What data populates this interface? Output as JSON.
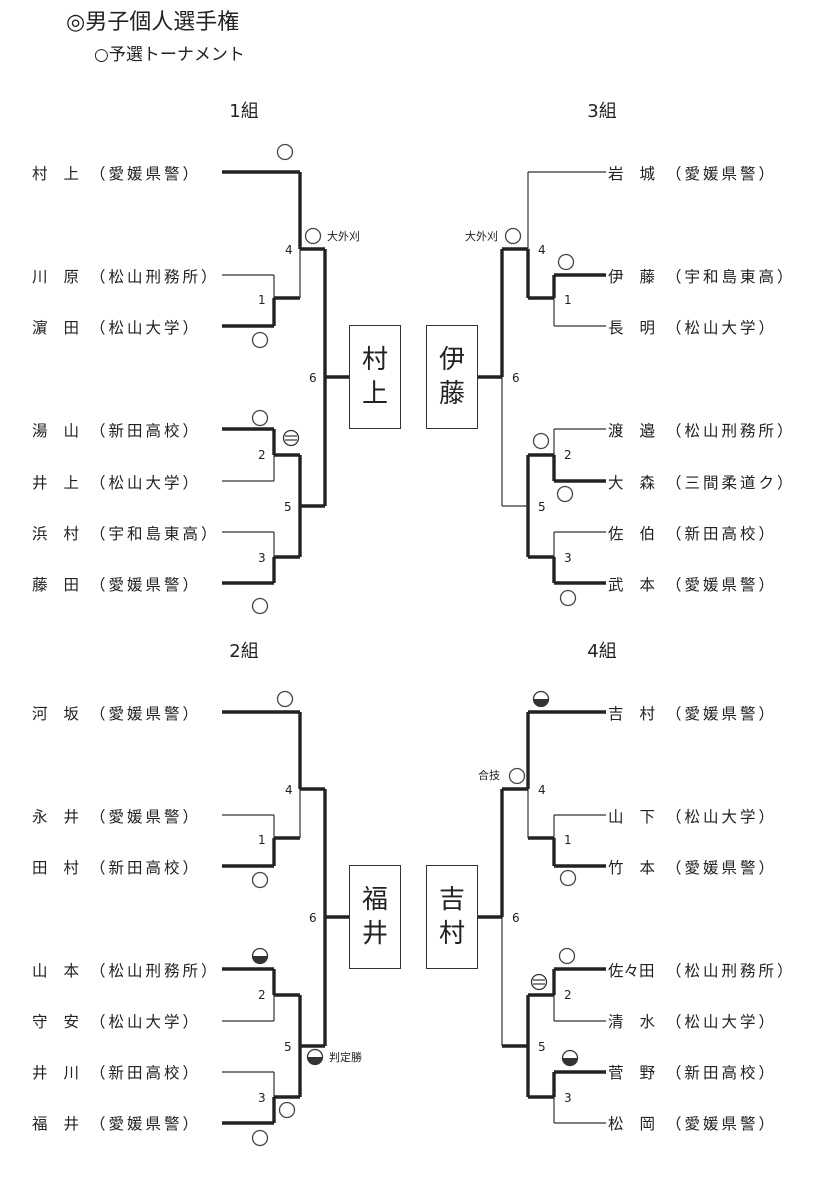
{
  "title": "◎男子個人選手権",
  "subtitle": "○予選トーナメント",
  "groups": [
    {
      "label": "1組",
      "players": [
        {
          "name": "村上",
          "team": "（愛媛県警）"
        },
        {
          "name": "川原",
          "team": "（松山刑務所）"
        },
        {
          "name": "濵田",
          "team": "（松山大学）"
        },
        {
          "name": "湯山",
          "team": "（新田高校）"
        },
        {
          "name": "井上",
          "team": "（松山大学）"
        },
        {
          "name": "浜村",
          "team": "（宇和島東高）"
        },
        {
          "name": "藤田",
          "team": "（愛媛県警）"
        }
      ],
      "match_numbers": [
        "4",
        "1",
        "2",
        "5",
        "3",
        "6"
      ],
      "techniques": [
        "大外刈"
      ],
      "winner": [
        "村",
        "上"
      ]
    },
    {
      "label": "3組",
      "players": [
        {
          "name": "岩城",
          "team": "（愛媛県警）"
        },
        {
          "name": "伊藤",
          "team": "（宇和島東高）"
        },
        {
          "name": "長明",
          "team": "（松山大学）"
        },
        {
          "name": "渡邉",
          "team": "（松山刑務所）"
        },
        {
          "name": "大森",
          "team": "（三間柔道ク）"
        },
        {
          "name": "佐伯",
          "team": "（新田高校）"
        },
        {
          "name": "武本",
          "team": "（愛媛県警）"
        }
      ],
      "match_numbers": [
        "4",
        "1",
        "2",
        "5",
        "3",
        "6"
      ],
      "techniques": [
        "大外刈"
      ],
      "winner": [
        "伊",
        "藤"
      ]
    },
    {
      "label": "2組",
      "players": [
        {
          "name": "河坂",
          "team": "（愛媛県警）"
        },
        {
          "name": "永井",
          "team": "（愛媛県警）"
        },
        {
          "name": "田村",
          "team": "（新田高校）"
        },
        {
          "name": "山本",
          "team": "（松山刑務所）"
        },
        {
          "name": "守安",
          "team": "（松山大学）"
        },
        {
          "name": "井川",
          "team": "（新田高校）"
        },
        {
          "name": "福井",
          "team": "（愛媛県警）"
        }
      ],
      "match_numbers": [
        "4",
        "1",
        "2",
        "5",
        "3",
        "6"
      ],
      "techniques": [
        "判定勝"
      ],
      "winner": [
        "福",
        "井"
      ]
    },
    {
      "label": "4組",
      "players": [
        {
          "name": "吉村",
          "team": "（愛媛県警）"
        },
        {
          "name": "山下",
          "team": "（松山大学）"
        },
        {
          "name": "竹本",
          "team": "（愛媛県警）"
        },
        {
          "name": "佐々田",
          "team": "（松山刑務所）"
        },
        {
          "name": "清水",
          "team": "（松山大学）"
        },
        {
          "name": "菅野",
          "team": "（新田高校）"
        },
        {
          "name": "松岡",
          "team": "（愛媛県警）"
        }
      ],
      "match_numbers": [
        "4",
        "1",
        "2",
        "5",
        "3",
        "6"
      ],
      "techniques": [
        "合技"
      ],
      "winner": [
        "吉",
        "村"
      ]
    }
  ],
  "result_mark_types": [
    "ippon-circle",
    "half-filled-circle",
    "striped-circle"
  ],
  "colors": {
    "line": "#222222",
    "background": "#ffffff",
    "text": "#222222"
  }
}
